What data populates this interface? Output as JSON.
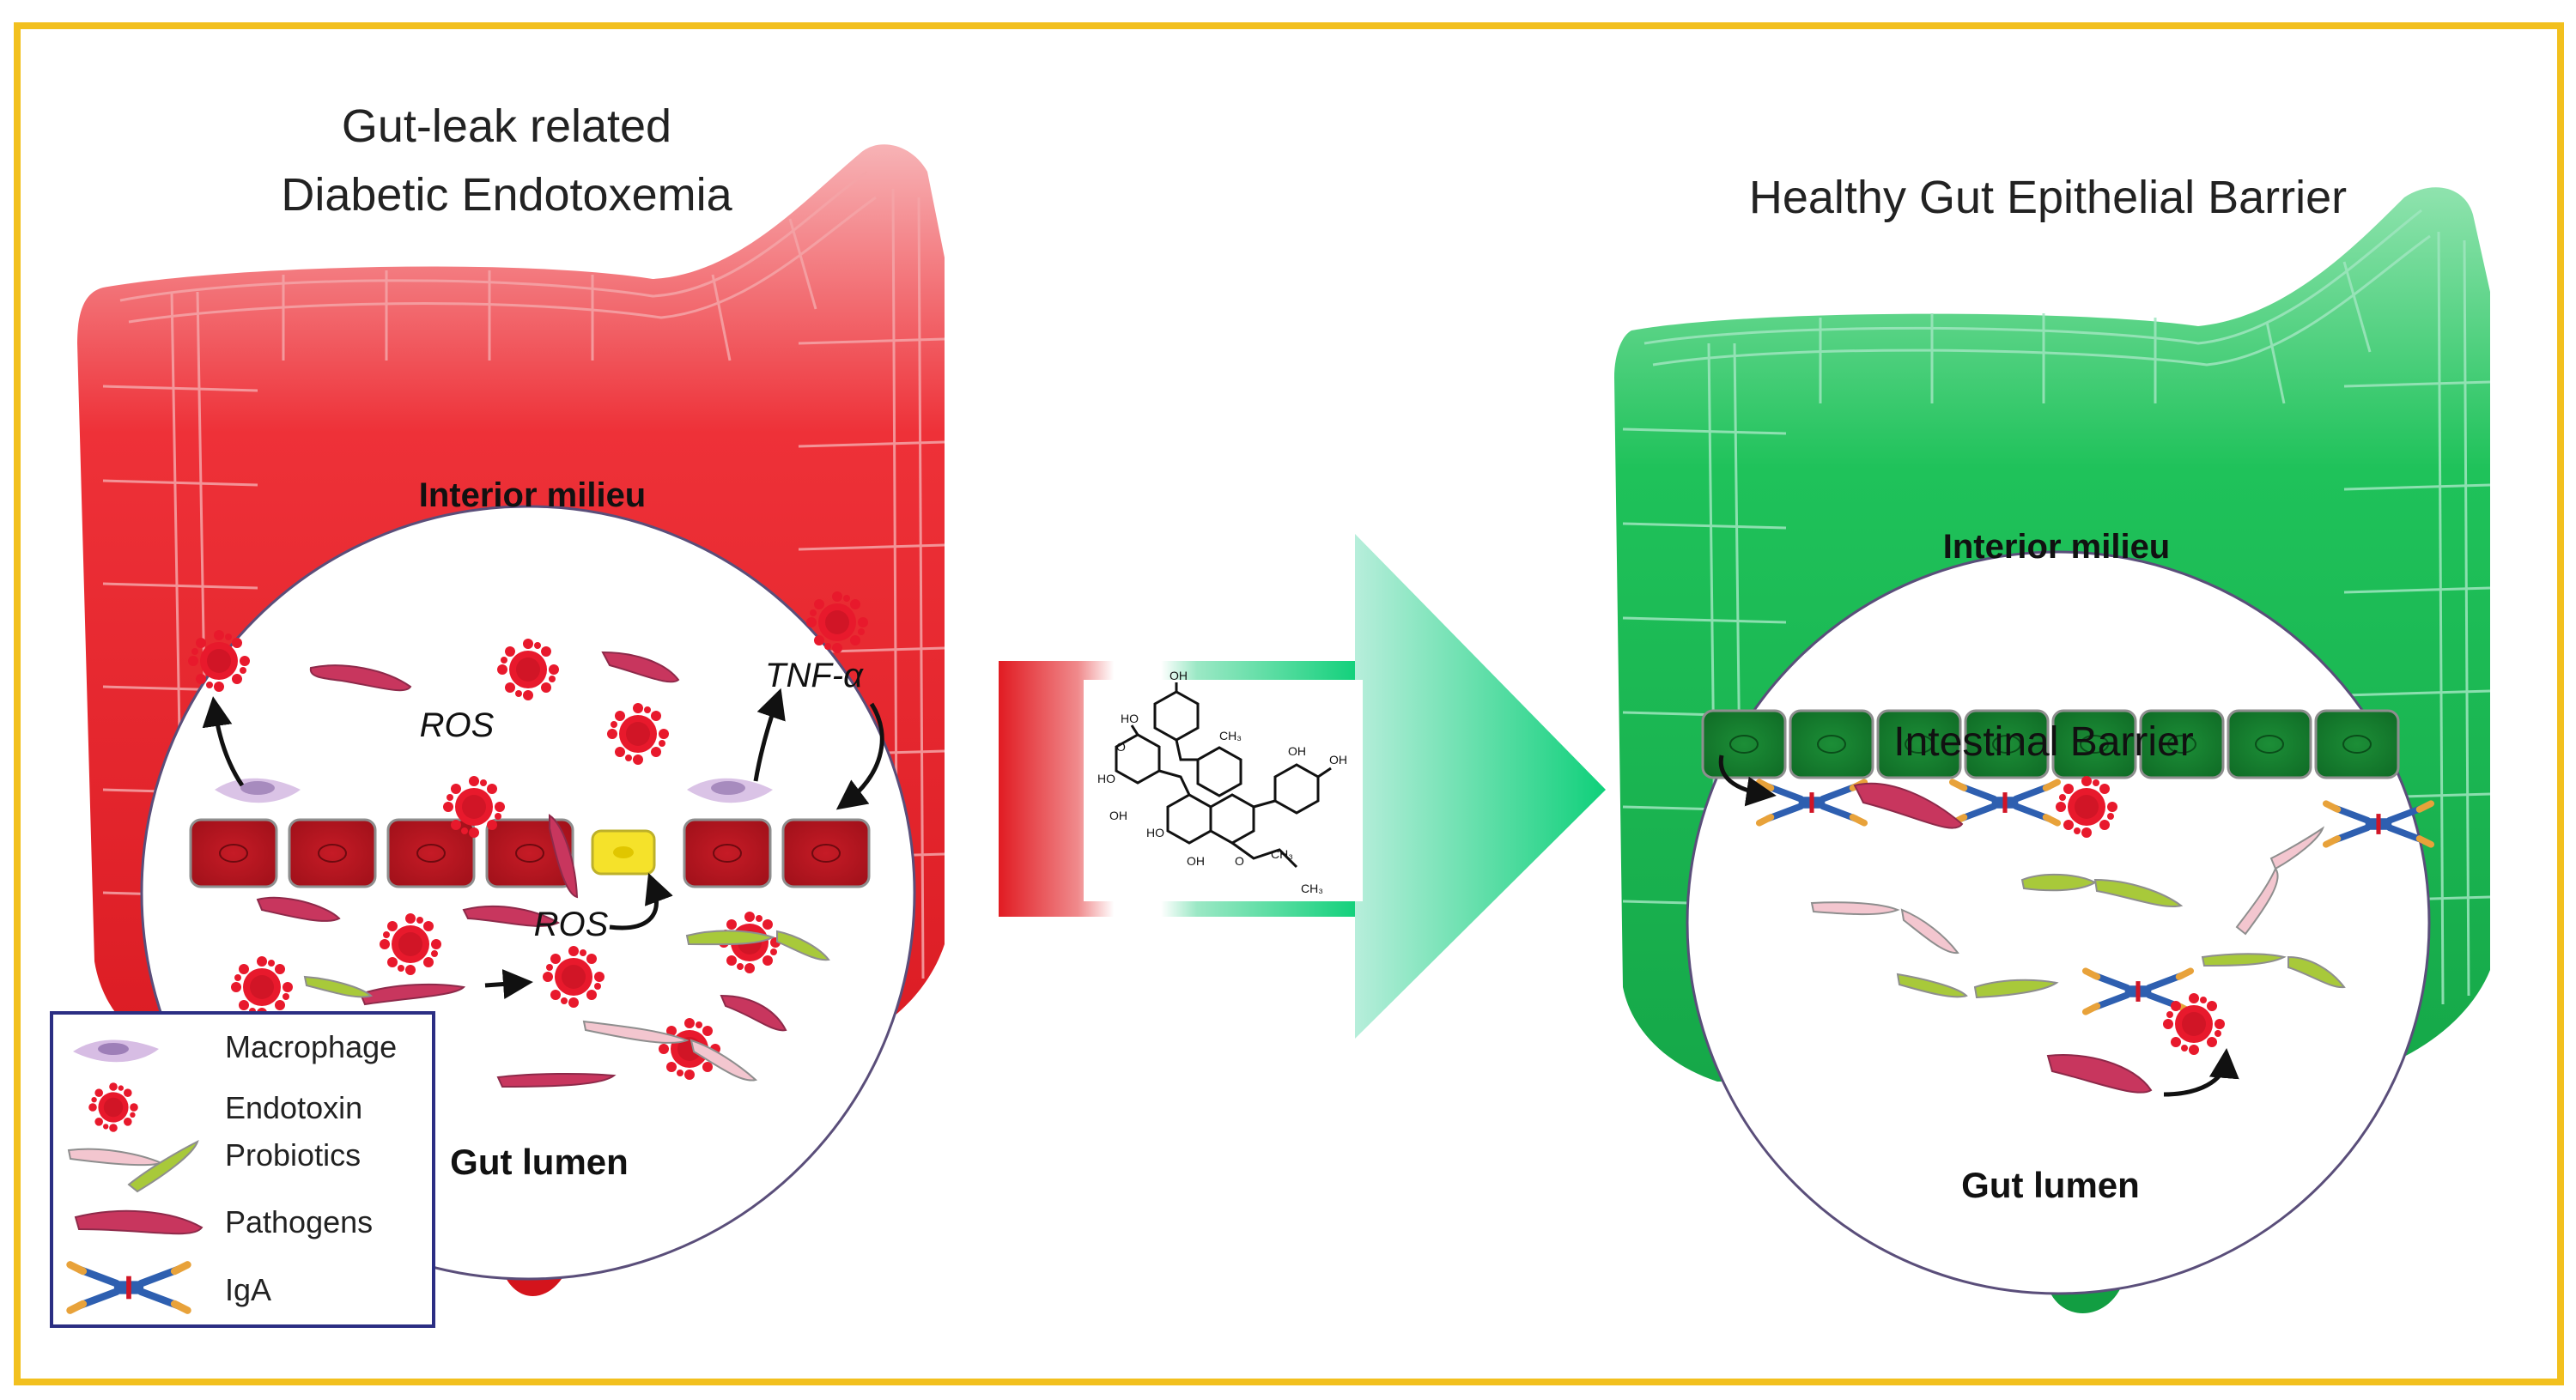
{
  "left_panel": {
    "title_line1": "Gut-leak related",
    "title_line2": "Diabetic Endotoxemia",
    "interior_label": "Interior milieu",
    "lumen_label": "Gut lumen",
    "ros_label_1": "ROS",
    "ros_label_2": "ROS",
    "tnf_label": "TNF-α"
  },
  "right_panel": {
    "title": "Healthy Gut Epithelial Barrier",
    "interior_label": "Interior milieu",
    "barrier_label": "Intestinal Barrier",
    "lumen_label": "Gut lumen"
  },
  "legend": {
    "items": [
      {
        "label": "Macrophage"
      },
      {
        "label": "Endotoxin"
      },
      {
        "label": "Probiotics"
      },
      {
        "label": "Pathogens"
      },
      {
        "label": "IgA"
      }
    ]
  },
  "colors": {
    "frame_border": "#F2C01E",
    "diseased_gut": "#E11B22",
    "healthy_gut": "#19B24B",
    "diseased_cell": "#C01421",
    "healthy_cell": "#137A2E",
    "endotoxin": "#E8192C",
    "pathogen": "#C8365E",
    "probiotic_pink": "#F3C6CF",
    "probiotic_green": "#A8C93A",
    "macrophage": "#C8A6D8",
    "iga_blue": "#2E5FB0",
    "iga_orange": "#E8A23A",
    "legend_border": "#2B2E83"
  }
}
